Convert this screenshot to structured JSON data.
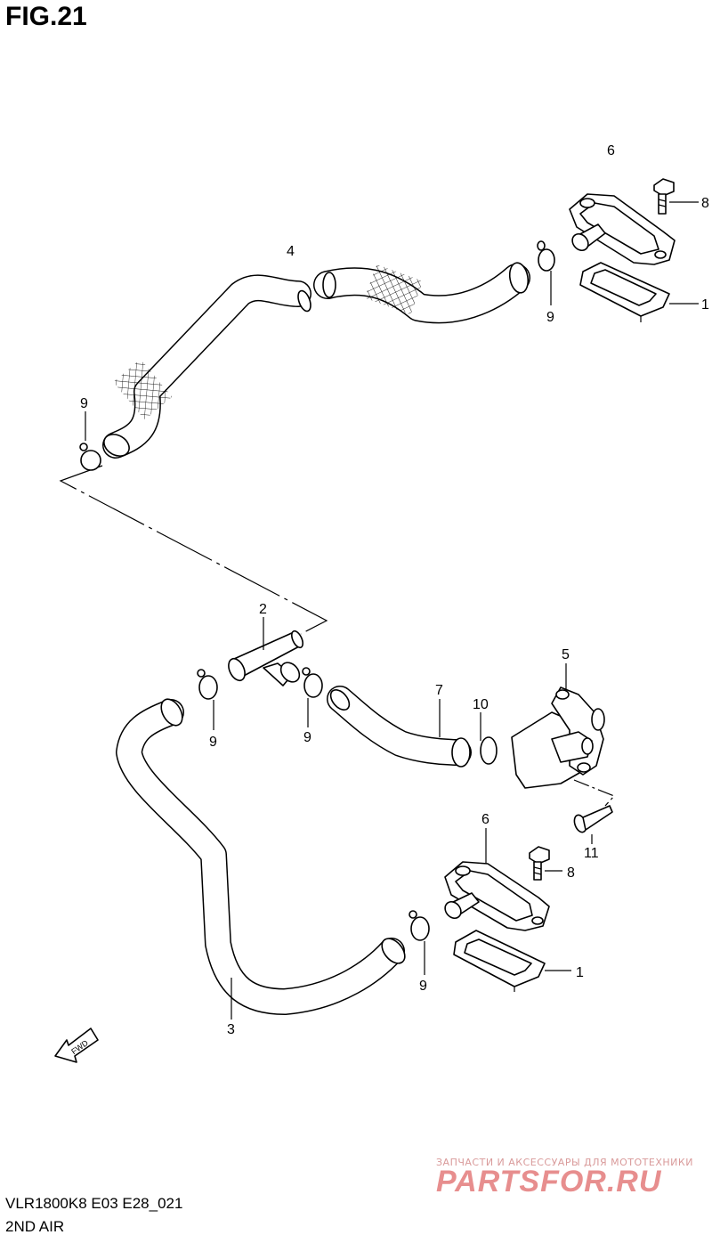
{
  "figure": {
    "title": "FIG.21",
    "code": "VLR1800K8 E03 E28_021",
    "subtitle": "2ND AIR"
  },
  "callouts": {
    "c1_top": "1",
    "c1_bottom": "1",
    "c2": "2",
    "c3": "3",
    "c4": "4",
    "c5": "5",
    "c6_top": "6",
    "c6_bottom": "6",
    "c7": "7",
    "c8_top": "8",
    "c8_bottom": "8",
    "c9_a": "9",
    "c9_b": "9",
    "c9_c": "9",
    "c9_d": "9",
    "c9_e": "9",
    "c10": "10",
    "c11": "11"
  },
  "fwd_label": "FWD",
  "watermark": {
    "small": "ЗАПЧАСТИ И АКСЕССУАРЫ ДЛЯ МОТОТЕХНИКИ",
    "big": "PARTSFOR.RU"
  },
  "colors": {
    "line": "#000000",
    "background": "#ffffff",
    "watermark": "#e37b7b"
  }
}
